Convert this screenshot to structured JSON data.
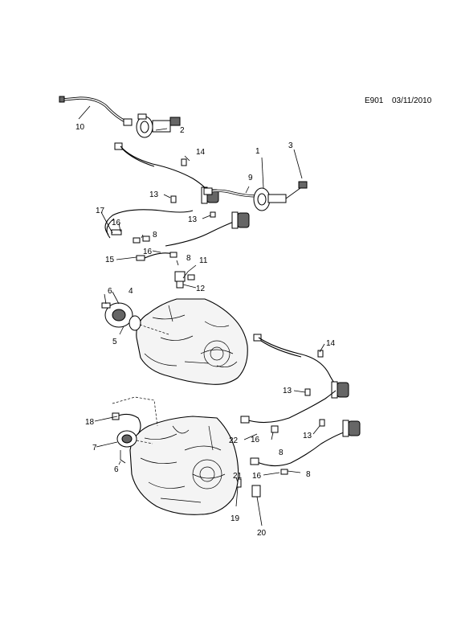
{
  "header": {
    "code": "E901",
    "date": "03/11/2010"
  },
  "callouts": {
    "c1": "1",
    "c2": "2",
    "c3": "3",
    "c4": "4",
    "c5": "5",
    "c6a": "6",
    "c6b": "6",
    "c7": "7",
    "c8a": "8",
    "c8b": "8",
    "c8c": "8",
    "c8d": "8",
    "c9": "9",
    "c10": "10",
    "c11": "11",
    "c12": "12",
    "c13a": "13",
    "c13b": "13",
    "c13c": "13",
    "c13d": "13",
    "c14a": "14",
    "c14b": "14",
    "c15": "15",
    "c16a": "16",
    "c16b": "16",
    "c16c": "16",
    "c16d": "16",
    "c17": "17",
    "c18": "18",
    "c19": "19",
    "c20": "20",
    "c21": "21",
    "c22": "22"
  }
}
